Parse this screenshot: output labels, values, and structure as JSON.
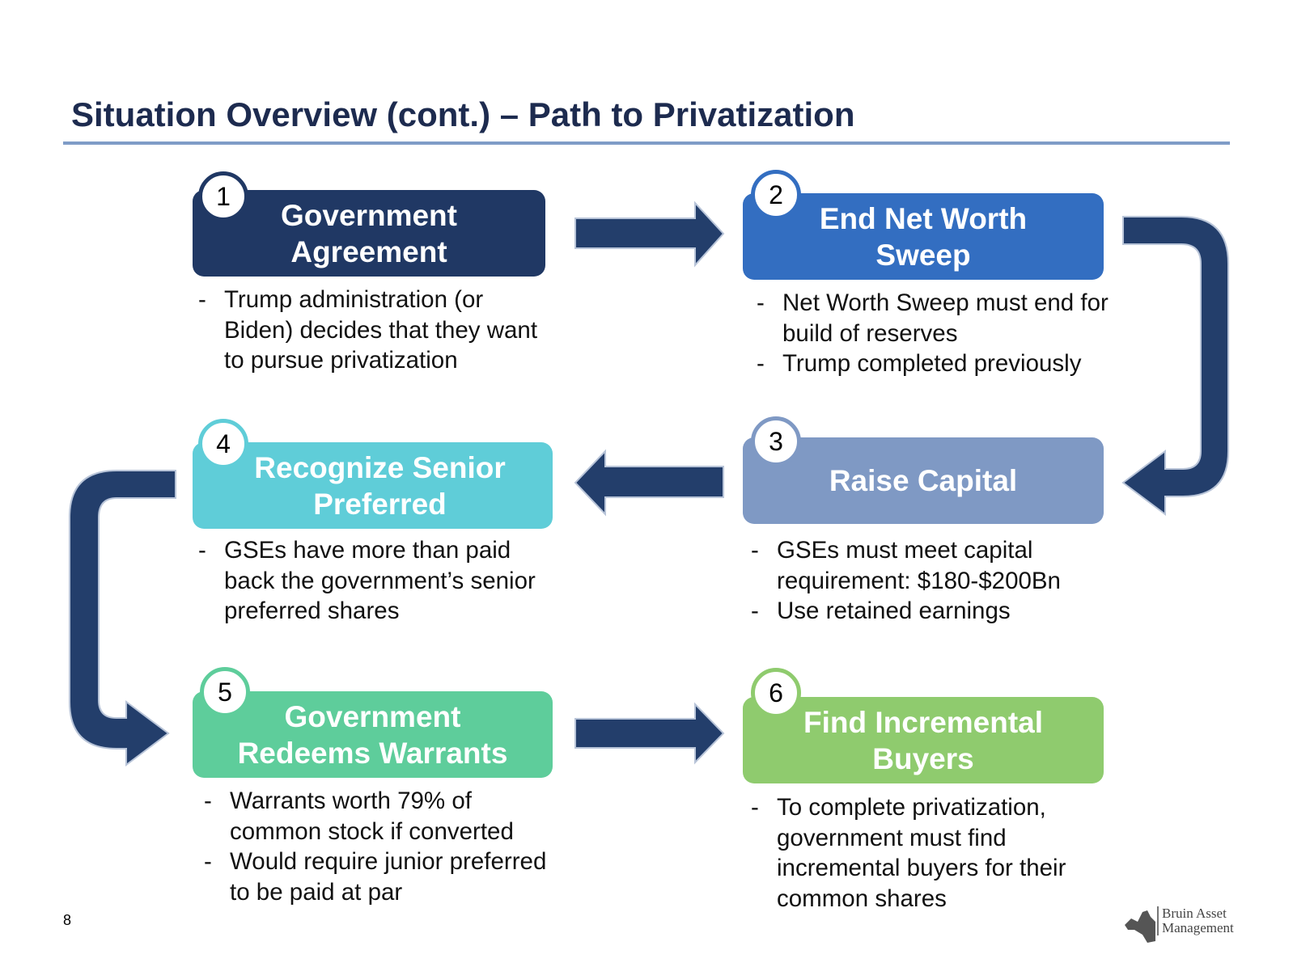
{
  "title": "Situation Overview (cont.) – Path to Privatization",
  "page_number": "8",
  "logo": {
    "line1": "Bruin Asset",
    "line2": "Management"
  },
  "colors": {
    "title": "#1d2b4f",
    "rule": "#7f9cc7",
    "arrow": "#233e6b",
    "step1": "#203864",
    "step2": "#336ec1",
    "step3": "#7f99c4",
    "step4": "#5fcdd8",
    "step5": "#5ecd9b",
    "step6": "#8fcb6e"
  },
  "steps": [
    {
      "number": "1",
      "line1": "Government",
      "line2": "Agreement",
      "bullets": [
        "Trump administration (or Biden) decides that they want to pursue privatization"
      ]
    },
    {
      "number": "2",
      "line1": "End Net Worth",
      "line2": "Sweep",
      "bullets": [
        "Net Worth Sweep must end for build of reserves",
        "Trump completed previously"
      ]
    },
    {
      "number": "3",
      "line1": "Raise Capital",
      "line2": "",
      "bullets": [
        "GSEs must meet capital requirement: $180-$200Bn",
        "Use retained earnings"
      ]
    },
    {
      "number": "4",
      "line1": "Recognize Senior",
      "line2": "Preferred",
      "bullets": [
        "GSEs have more than paid back the government’s senior preferred shares"
      ]
    },
    {
      "number": "5",
      "line1": "Government",
      "line2": "Redeems Warrants",
      "bullets": [
        "Warrants worth 79% of common stock if converted",
        "Would require junior preferred to be paid at par"
      ]
    },
    {
      "number": "6",
      "line1": "Find Incremental",
      "line2": "Buyers",
      "bullets": [
        "To complete privatization, government must find incremental buyers for their common shares"
      ]
    }
  ]
}
